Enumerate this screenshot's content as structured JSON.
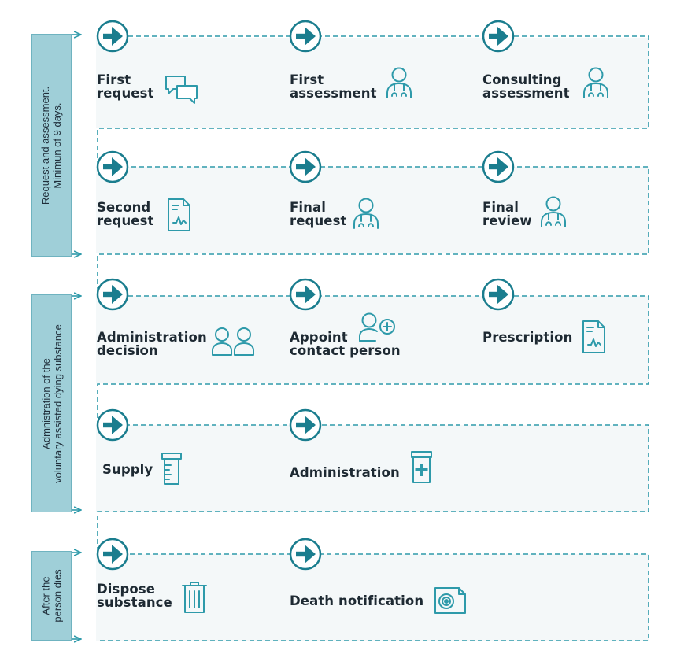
{
  "colors": {
    "primary": "#1a7d8e",
    "stroke": "#2e9aaa",
    "band": "#f4f8f9",
    "phase_fill": "#9fcfd8",
    "text": "#1e2a33"
  },
  "phases": [
    {
      "id": "p1",
      "label": "Request and assessment.\nMinimun of 9 days."
    },
    {
      "id": "p2",
      "label": "Admnistration of the\nvoluntary assisted dying substance"
    },
    {
      "id": "p3",
      "label": "After the\nperson dies"
    }
  ],
  "steps": [
    {
      "id": "first-request",
      "label": "First\nrequest",
      "icon": "chat-bubbles-icon"
    },
    {
      "id": "first-assessment",
      "label": "First\nassessment",
      "icon": "doctor-icon"
    },
    {
      "id": "consulting-assessment",
      "label": "Consulting\nassessment",
      "icon": "doctor-icon"
    },
    {
      "id": "second-request",
      "label": "Second\nrequest",
      "icon": "document-icon"
    },
    {
      "id": "final-request",
      "label": "Final\nrequest",
      "icon": "doctor-icon"
    },
    {
      "id": "final-review",
      "label": "Final\nreview",
      "icon": "doctor-icon"
    },
    {
      "id": "administration-decision",
      "label": "Administration\ndecision",
      "icon": "two-people-icon"
    },
    {
      "id": "appoint-contact-person",
      "label": "Appoint\ncontact person",
      "icon": "add-person-icon"
    },
    {
      "id": "prescription",
      "label": "Prescription",
      "icon": "document-icon"
    },
    {
      "id": "supply",
      "label": "Supply",
      "icon": "medicine-bottle-icon"
    },
    {
      "id": "administration",
      "label": "Administration",
      "icon": "medicine-bottle-plus-icon"
    },
    {
      "id": "dispose-substance",
      "label": "Dispose\nsubstance",
      "icon": "trash-bin-icon"
    },
    {
      "id": "death-notification",
      "label": "Death notification",
      "icon": "certificate-icon"
    }
  ]
}
